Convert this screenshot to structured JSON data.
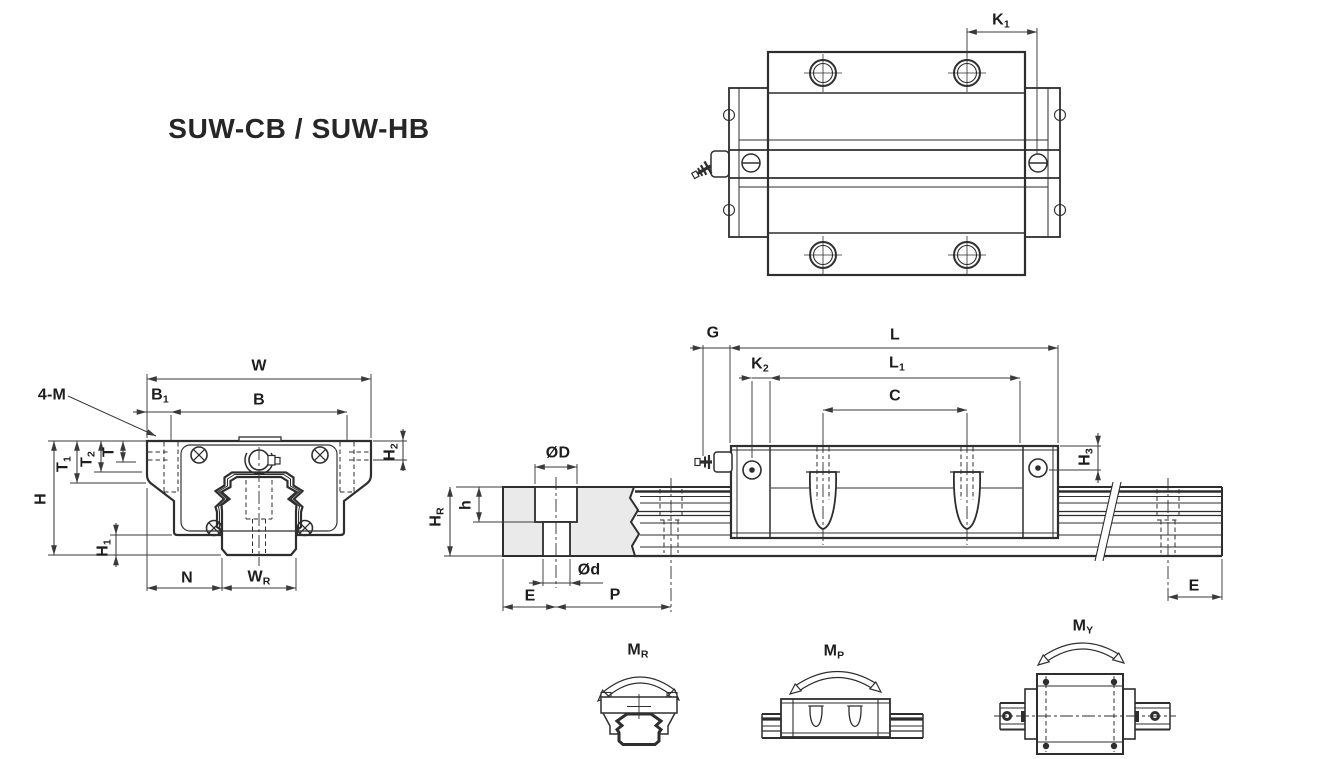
{
  "title": "SUW-CB / SUW-HB",
  "colors": {
    "line": "#2e2e2e",
    "dimension_line": "#3a3a3a",
    "rail_section_fill": "#eaeaeb",
    "text": "#1d1d1d",
    "background": "#ffffff"
  },
  "labels": {
    "K1": {
      "base": "K",
      "sub": "1"
    },
    "W": {
      "base": "W",
      "sub": ""
    },
    "B1": {
      "base": "B",
      "sub": "1"
    },
    "B": {
      "base": "B",
      "sub": ""
    },
    "four_M": {
      "base": "4-M",
      "sub": ""
    },
    "T": {
      "base": "T",
      "sub": ""
    },
    "T2": {
      "base": "T",
      "sub": "2"
    },
    "T1": {
      "base": "T",
      "sub": "1"
    },
    "H": {
      "base": "H",
      "sub": ""
    },
    "H1": {
      "base": "H",
      "sub": "1"
    },
    "H2": {
      "base": "H",
      "sub": "2"
    },
    "N": {
      "base": "N",
      "sub": ""
    },
    "WR": {
      "base": "W",
      "sub": "R"
    },
    "OD": {
      "base": "ØD",
      "sub": ""
    },
    "Od": {
      "base": "Ød",
      "sub": ""
    },
    "h": {
      "base": "h",
      "sub": ""
    },
    "HR": {
      "base": "H",
      "sub": "R"
    },
    "E_left": {
      "base": "E",
      "sub": ""
    },
    "P": {
      "base": "P",
      "sub": ""
    },
    "G": {
      "base": "G",
      "sub": ""
    },
    "L": {
      "base": "L",
      "sub": ""
    },
    "K2": {
      "base": "K",
      "sub": "2"
    },
    "L1": {
      "base": "L",
      "sub": "1"
    },
    "C": {
      "base": "C",
      "sub": ""
    },
    "H3": {
      "base": "H",
      "sub": "3"
    },
    "E_right": {
      "base": "E",
      "sub": ""
    },
    "MR": {
      "base": "M",
      "sub": "R"
    },
    "MP": {
      "base": "M",
      "sub": "P"
    },
    "MY": {
      "base": "M",
      "sub": "Y"
    }
  }
}
